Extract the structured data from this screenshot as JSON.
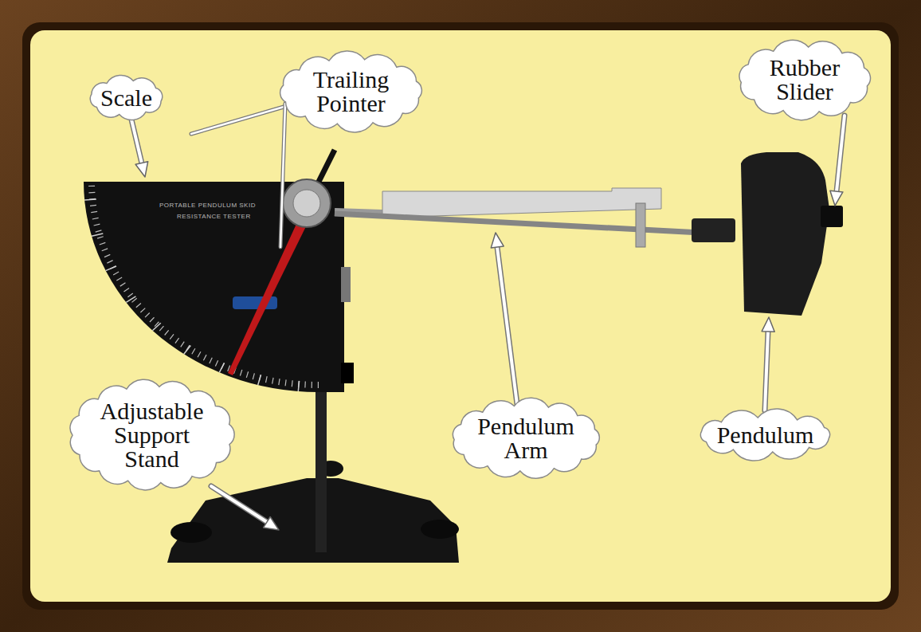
{
  "diagram": {
    "nodes": [
      {
        "text": [
          "Scale"
        ]
      },
      {
        "text": [
          "Trailing Pointer"
        ]
      },
      {
        "text": [
          "Rubber Slider"
        ]
      },
      {
        "text": [
          "Adjustable Support Stand"
        ]
      },
      {
        "text": [
          "Pendulum Arm"
        ]
      },
      {
        "text": [
          "Pendulum"
        ]
      }
    ],
    "labels": [
      "PORTABLE PENDULUM SKID",
      "RESISTANCE TESTER"
    ]
  }
}
